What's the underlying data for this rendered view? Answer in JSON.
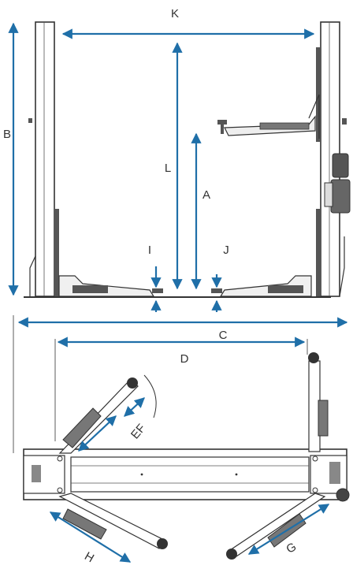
{
  "colors": {
    "arrow": "#1f6fa8",
    "outline": "#333333",
    "fill_light": "#e6e6e6",
    "fill_dark": "#555555"
  },
  "labels": {
    "k": "K",
    "b": "B",
    "l": "L",
    "a": "A",
    "i": "I",
    "j": "J",
    "c": "C",
    "d": "D",
    "ef": "EF",
    "h": "H",
    "g": "G"
  }
}
